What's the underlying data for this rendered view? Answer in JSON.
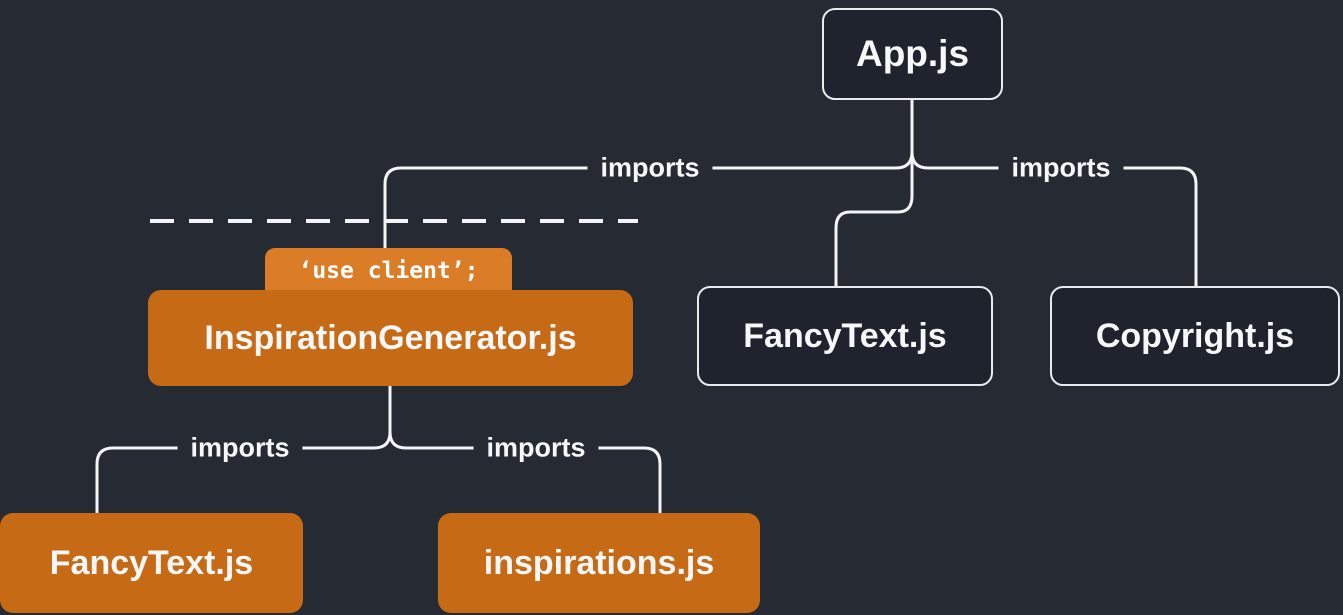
{
  "diagram": {
    "title": "module dependency tree with use client boundary",
    "nodes": {
      "app": {
        "label": "App.js",
        "type": "server"
      },
      "inspiration_generator": {
        "label": "InspirationGenerator.js",
        "type": "client",
        "directive": "‘use client’;"
      },
      "fancytext_server": {
        "label": "FancyText.js",
        "type": "server"
      },
      "copyright": {
        "label": "Copyright.js",
        "type": "server"
      },
      "fancytext_client": {
        "label": "FancyText.js",
        "type": "client"
      },
      "inspirations": {
        "label": "inspirations.js",
        "type": "client"
      }
    },
    "edges": {
      "app_to_inspiration_generator": {
        "label": "imports"
      },
      "app_to_fancytext": {
        "label": ""
      },
      "app_to_copyright": {
        "label": "imports"
      },
      "generator_to_fancytext": {
        "label": "imports"
      },
      "generator_to_inspirations": {
        "label": "imports"
      }
    },
    "colors": {
      "background": "#262b33",
      "server_node_fill": "#1e232d",
      "server_node_border": "#e8eaed",
      "client_node_fill": "#c76a15",
      "directive_badge_fill": "#db7d27",
      "edge_line": "#f2f4f7",
      "text": "#f6f7f9"
    }
  }
}
